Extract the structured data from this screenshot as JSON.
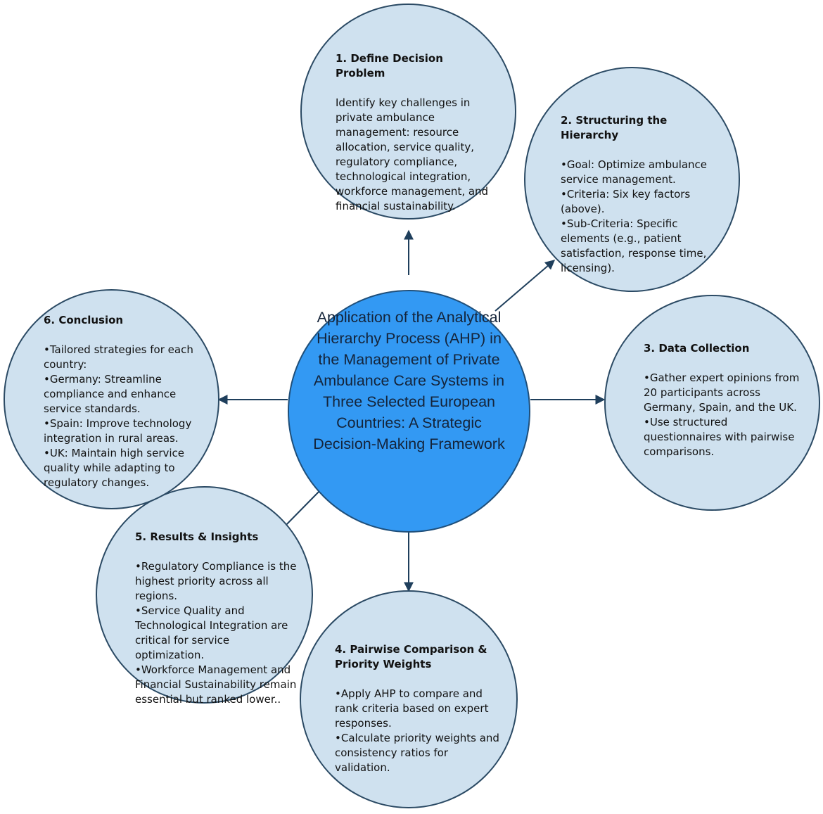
{
  "center": {
    "title": "Application of the Analytical Hierarchy Process (AHP) in the Management of Private Ambulance Care Systems in Three Selected European Countries: A Strategic Decision-Making Framework"
  },
  "steps": {
    "define": {
      "title": "1. Define Decision Problem",
      "body": "Identify key challenges in private ambulance management: resource allocation, service quality, regulatory compliance, technological integration, workforce management, and financial sustainability."
    },
    "structuring": {
      "title": "2. Structuring the Hierarchy",
      "bullets": [
        "•Goal: Optimize ambulance service management.",
        "•Criteria: Six key factors (above).",
        "•Sub-Criteria: Specific elements (e.g., patient satisfaction, response time, licensing)."
      ]
    },
    "data_collection": {
      "title": "3. Data Collection",
      "bullets": [
        "•Gather expert opinions from 20 participants across Germany, Spain, and the UK.",
        "•Use structured questionnaires with pairwise comparisons."
      ]
    },
    "pairwise": {
      "title": "4. Pairwise Comparison & Priority Weights",
      "bullets": [
        "•Apply AHP to compare and rank criteria based on expert responses.",
        "•Calculate priority weights and consistency ratios for validation."
      ]
    },
    "results": {
      "title": "5. Results & Insights",
      "bullets": [
        "•Regulatory Compliance is the highest priority across all regions.",
        "•Service Quality and Technological Integration are critical for service optimization.",
        "•Workforce Management and Financial Sustainability remain essential but ranked lower.."
      ]
    },
    "conclusion": {
      "title": "6. Conclusion",
      "bullets": [
        "•Tailored strategies for each country:",
        "•Germany: Streamline compliance and enhance service standards.",
        "•Spain: Improve technology integration in rural areas.",
        "•UK: Maintain high service quality while adapting to regulatory changes."
      ]
    }
  },
  "colors": {
    "bubble_fill": "#cfe1ef",
    "bubble_stroke": "#2b4a64",
    "center_fill": "#3399f3",
    "arrow": "#1f3f5c"
  }
}
